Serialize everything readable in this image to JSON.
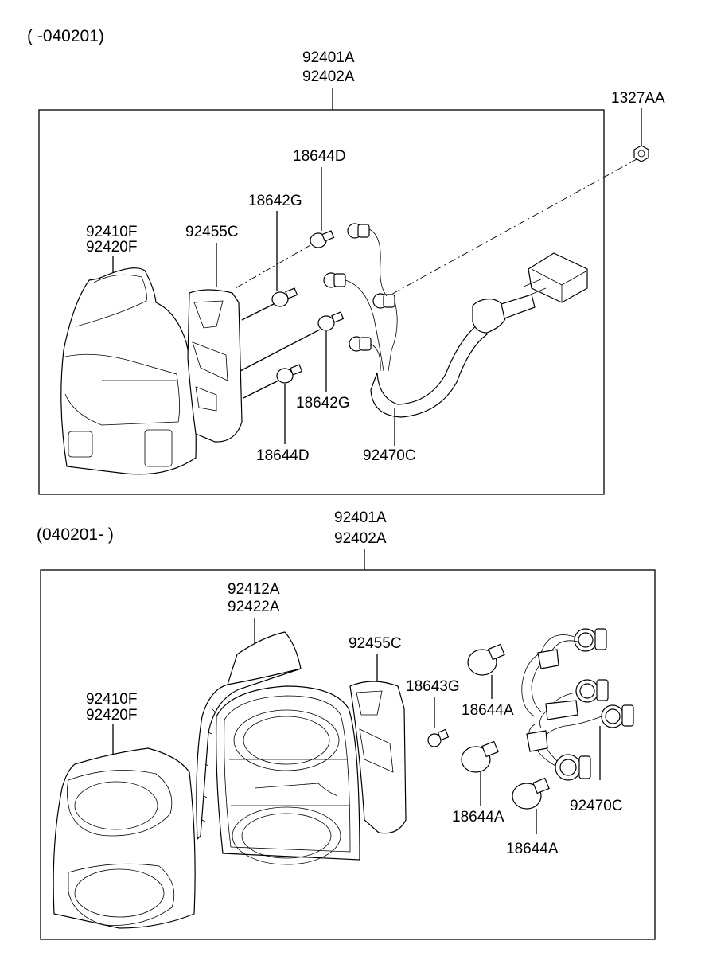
{
  "sections": [
    {
      "period": "( -040201)",
      "assembly": [
        "92401A",
        "92402A"
      ],
      "labels": {
        "nut": "1327AA",
        "bulb_top": "18644D",
        "bulb_upper_mid": "18642G",
        "housing_top": "92410F",
        "housing_bottom": "92420F",
        "gasket": "92455C",
        "bulb_lower_mid": "18642G",
        "bulb_bottom": "18644D",
        "wiring": "92470C"
      }
    },
    {
      "period": "(040201- )",
      "assembly": [
        "92401A",
        "92402A"
      ],
      "labels": {
        "lens_top": "92412A",
        "lens_bottom": "92422A",
        "gasket": "92455C",
        "bulb_small": "18643G",
        "bulb_top": "18644A",
        "housing_top": "92410F",
        "housing_bottom": "92420F",
        "wiring": "92470C",
        "bulb_mid": "18644A",
        "bulb_bottom": "18644A"
      }
    }
  ]
}
